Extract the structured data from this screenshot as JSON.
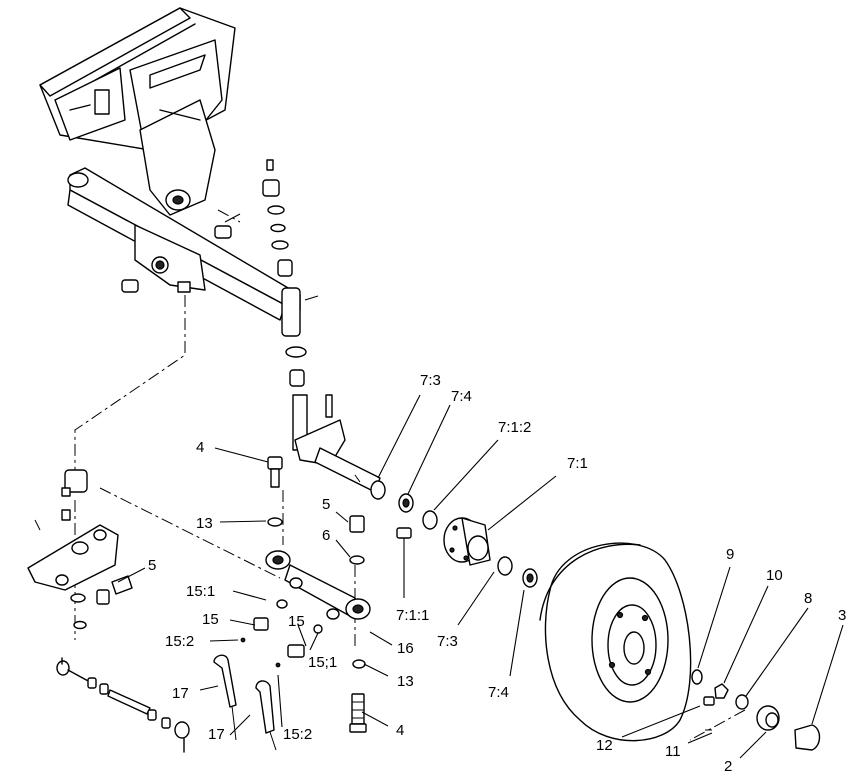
{
  "callouts": {
    "c4a": "4",
    "c13a": "13",
    "c5a": "5",
    "c5b": "5",
    "c6": "6",
    "c7_3a": "7:3",
    "c7_4a": "7:4",
    "c7_1_2": "7:1:2",
    "c7_1": "7:1",
    "c7_1_1": "7:1:1",
    "c7_3b": "7:3",
    "c7_4b": "7:4",
    "c15_1a": "15:1",
    "c15a": "15",
    "c15b": "15",
    "c15_2a": "15:2",
    "c15_1b": "15;1",
    "c16": "16",
    "c13b": "13",
    "c4b": "4",
    "c17a": "17",
    "c17b": "17",
    "c15_2b": "15:2",
    "c9": "9",
    "c10": "10",
    "c8": "8",
    "c3": "3",
    "c12": "12",
    "c11": "11",
    "c2": "2"
  }
}
